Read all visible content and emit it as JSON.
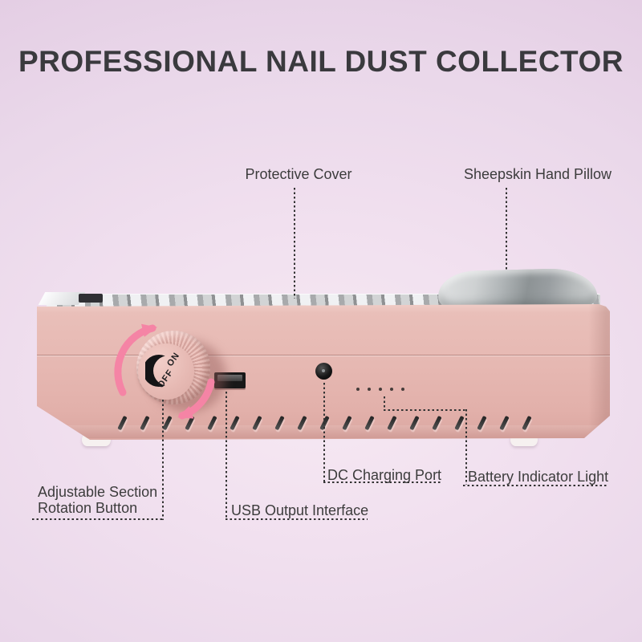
{
  "title": "PROFESSIONAL NAIL DUST COLLECTOR",
  "callouts": {
    "protective_cover": "Protective Cover",
    "hand_pillow": "Sheepskin Hand Pillow",
    "rotation_line1": "Adjustable Section",
    "rotation_line2": "Rotation Button",
    "usb": "USB Output Interface",
    "dc": "DC Charging Port",
    "battery": "Battery Indicator Light"
  },
  "device": {
    "knob_on": "ON",
    "knob_off": "OFF",
    "battery_light_count": 5,
    "vent_count": 19
  },
  "colors": {
    "background": "#ecd9ec",
    "device_pink": "#e6b8b2",
    "arrow_pink": "#f584a5",
    "pillow_gray": "#b0b5b7",
    "text_dark": "#3c3c3c"
  }
}
